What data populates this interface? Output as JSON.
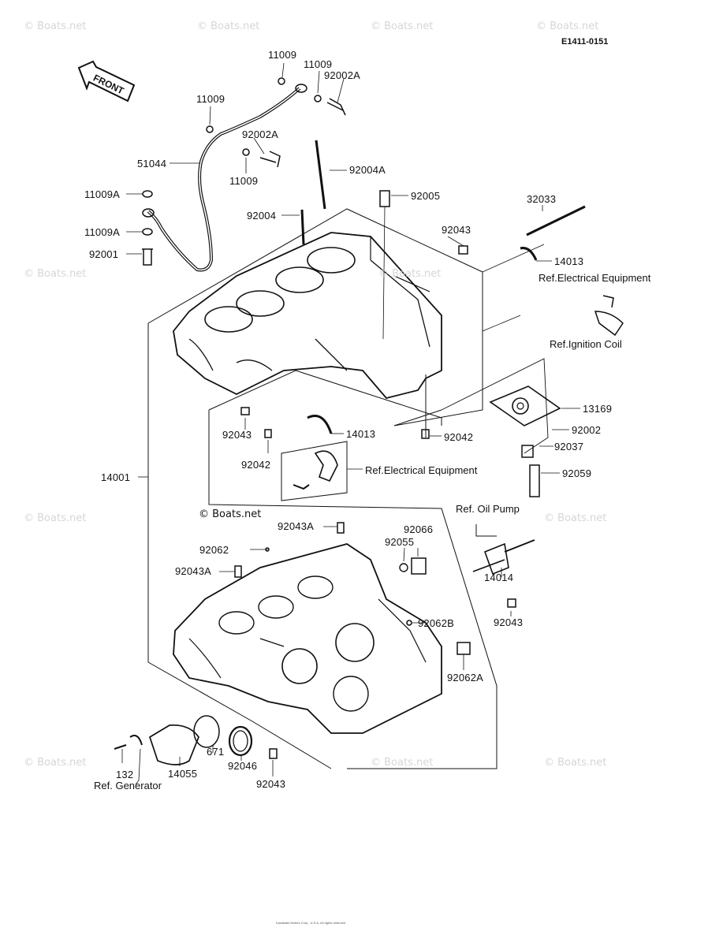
{
  "diagram_code": "E1411-0151",
  "front_label": "FRONT",
  "watermark": "© Boats.net",
  "copyright": "Kawasaki Motors Corp., U.S.A. All rights reserved",
  "part_numbers": {
    "p11009_top": "11009",
    "p11009_b": "11009",
    "p11009_c": "11009",
    "p11009_d": "11009",
    "p92002A_a": "92002A",
    "p92002A_b": "92002A",
    "p51044": "51044",
    "p92004A": "92004A",
    "p11009A_a": "11009A",
    "p11009A_b": "11009A",
    "p92001": "92001",
    "p92004": "92004",
    "p92005": "92005",
    "p32033": "32033",
    "p92043_a": "92043",
    "p14013_a": "14013",
    "p13169": "13169",
    "p92002": "92002",
    "p92037": "92037",
    "p92059": "92059",
    "p92043_b": "92043",
    "p92042_a": "92042",
    "p14013_b": "14013",
    "p92042_b": "92042",
    "p14001": "14001",
    "p92043A_a": "92043A",
    "p92066": "92066",
    "p92055": "92055",
    "p92062": "92062",
    "p92043A_b": "92043A",
    "p14014": "14014",
    "p92062B": "92062B",
    "p92043_c": "92043",
    "p92062A": "92062A",
    "p132": "132",
    "p14055": "14055",
    "p671": "671",
    "p92046": "92046",
    "p92043_d": "92043"
  },
  "references": {
    "electrical_a": "Ref.Electrical Equipment",
    "ignition": "Ref.Ignition Coil",
    "electrical_b": "Ref.Electrical Equipment",
    "oil_pump": "Ref. Oil Pump",
    "generator": "Ref. Generator"
  }
}
